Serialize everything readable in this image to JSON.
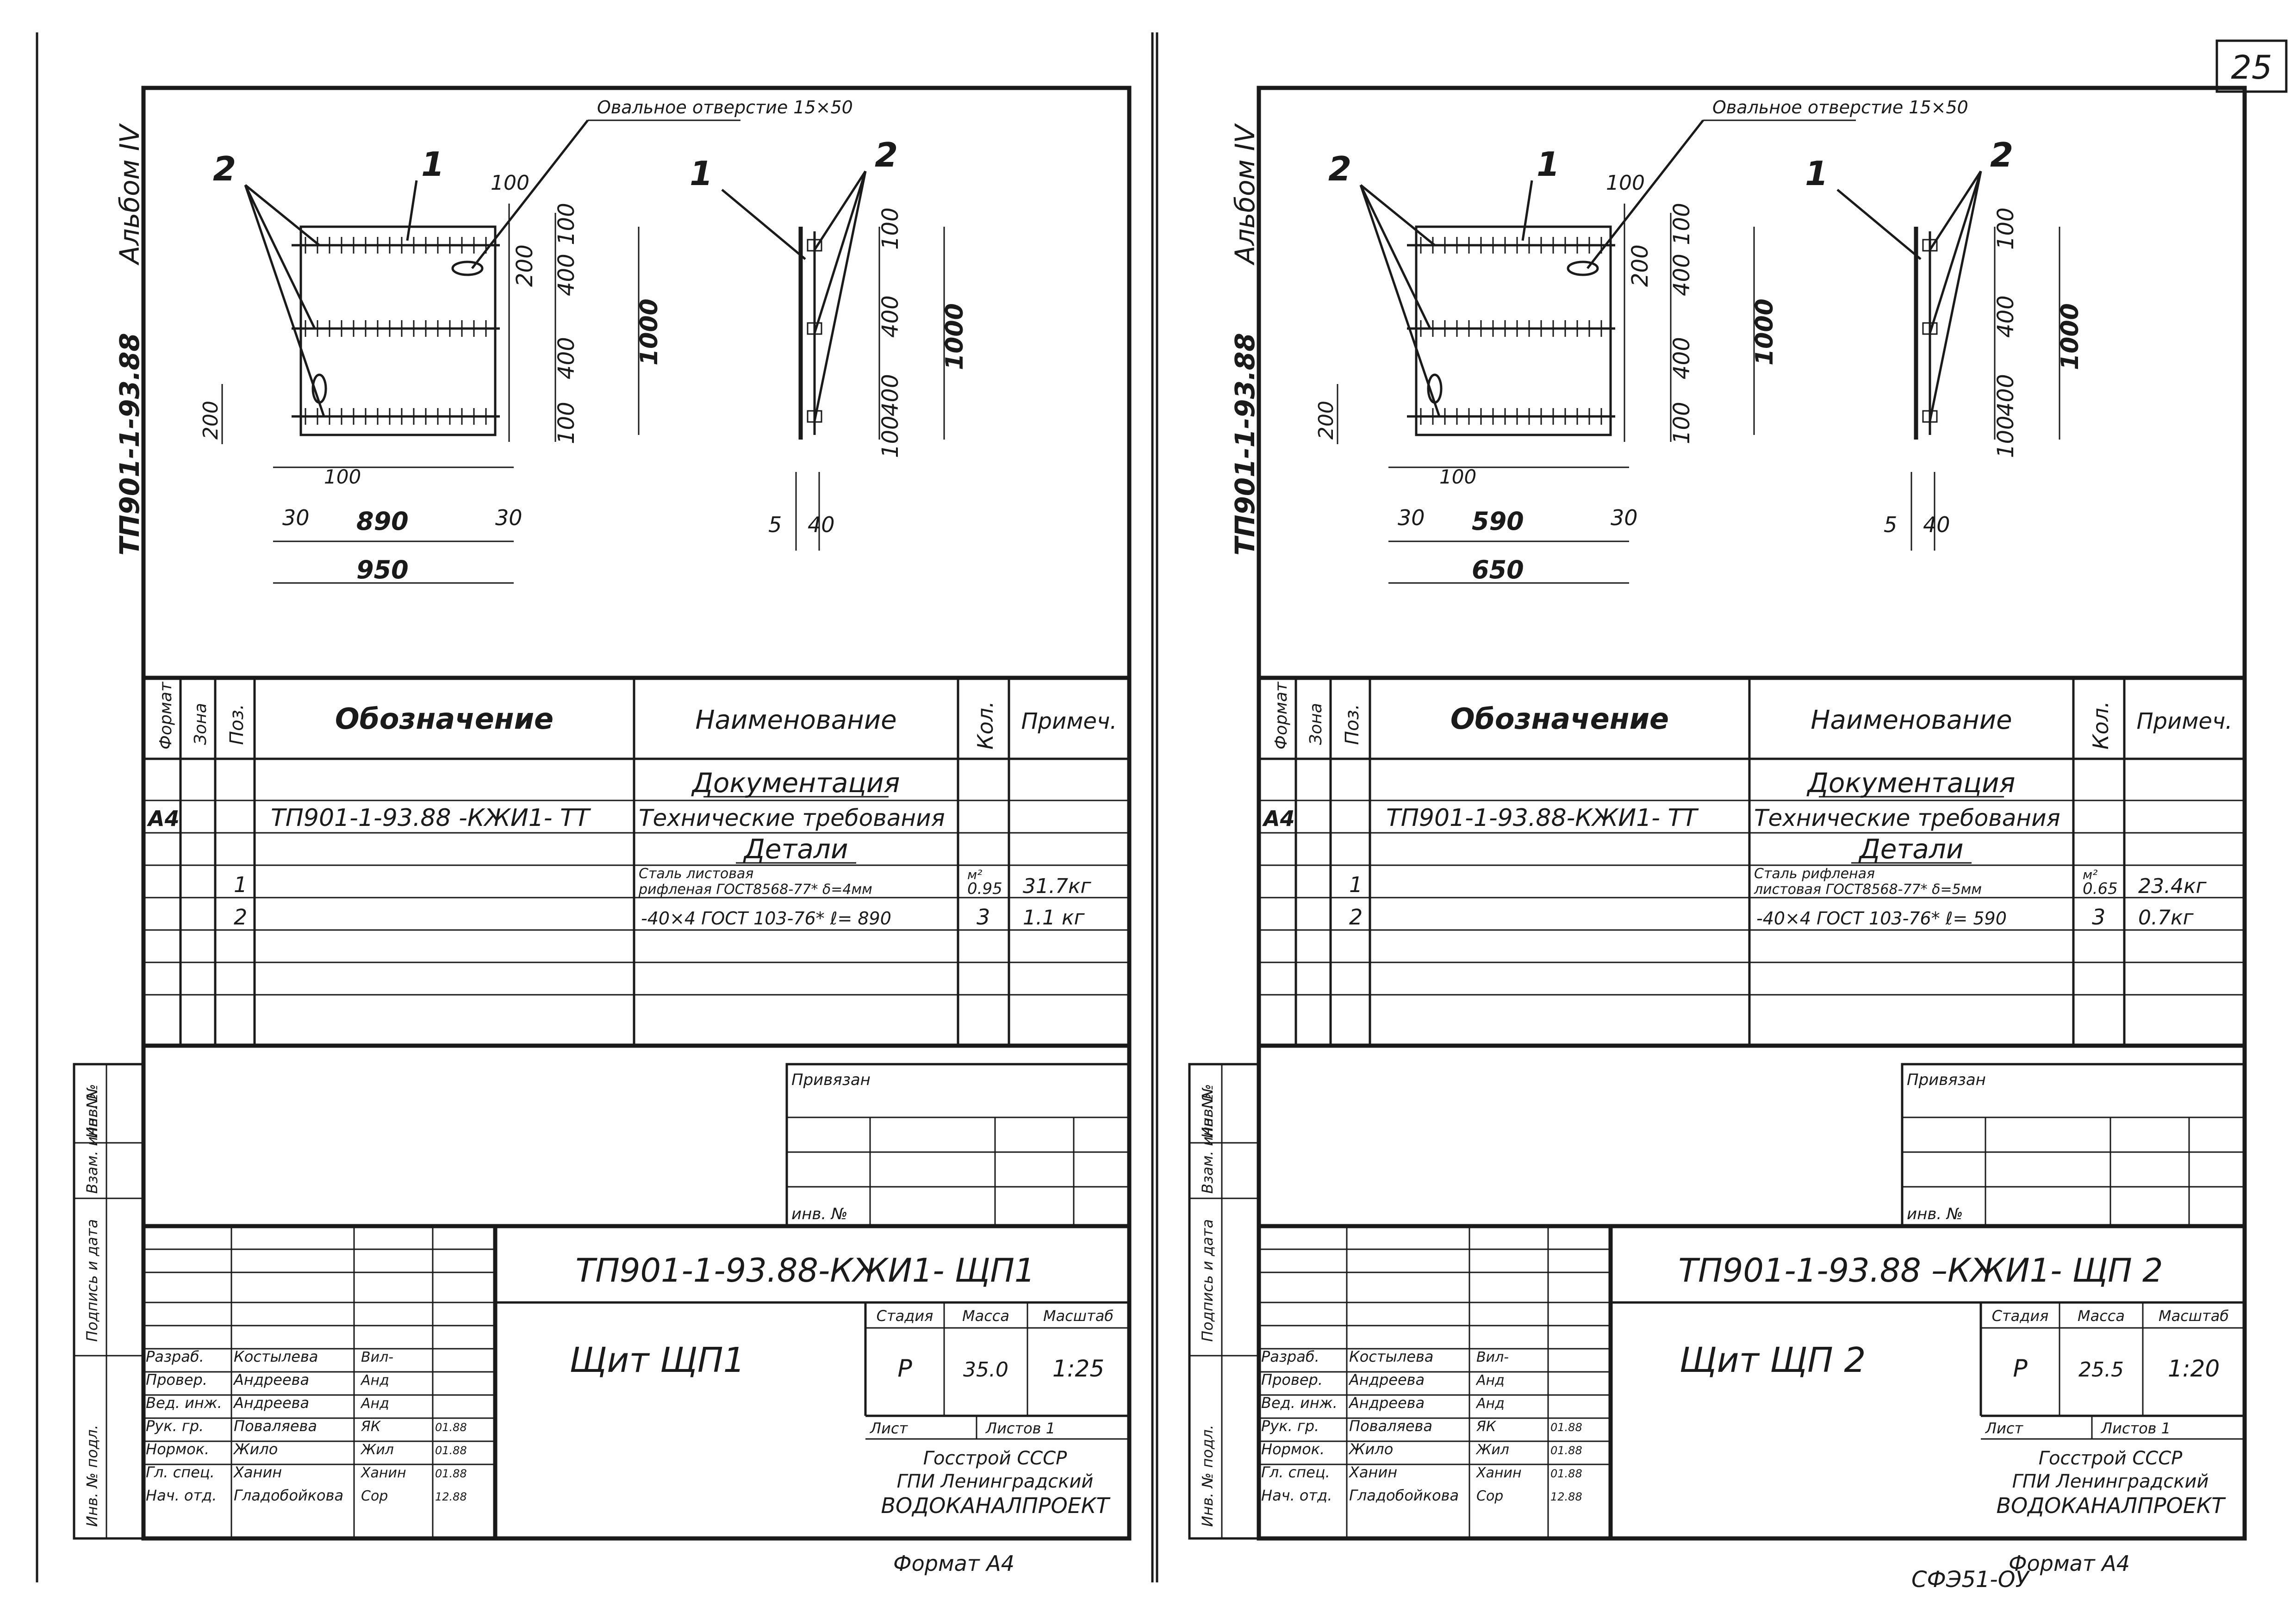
{
  "page_number": "25",
  "sheets": [
    {
      "id": "sheet1",
      "side_label_album": "Альбом IV",
      "side_label_code": "ТП901-1-93.88",
      "drawing": {
        "callout_hole": "Овальное отверстие 15×50",
        "leader_1": "1",
        "leader_2": "2",
        "leader_1_side": "1",
        "leader_2_side": "2",
        "dim_top": "100",
        "dim_v_100a": "100",
        "dim_v_200": "200",
        "dim_v_400a": "400",
        "dim_v_400b": "400",
        "dim_v_100b": "100",
        "dim_v_1000": "1000",
        "dim_left_200": "200",
        "dim_bot_100": "100",
        "dim_bot_30a": "30",
        "dim_bot_890": "890",
        "dim_bot_30b": "30",
        "dim_bot_950": "950",
        "side_dim_100a": "100",
        "side_dim_400a": "400",
        "side_dim_400b": "400",
        "side_dim_100b": "100",
        "side_dim_1000": "1000",
        "side_dim_5": "5",
        "side_dim_40": "40"
      },
      "spec": {
        "headers": {
          "format": "Формат",
          "zone": "Зона",
          "pos": "Поз.",
          "designation": "Обозначение",
          "name": "Наименование",
          "qty": "Кол.",
          "note": "Примеч."
        },
        "section_docs": "Документация",
        "row_doc": {
          "format": "А4",
          "designation": "ТП901-1-93.88 -КЖИ1- ТТ",
          "name": "Технические требования"
        },
        "section_parts": "Детали",
        "row_1": {
          "pos": "1",
          "name_line1": "Сталь листовая",
          "name_line2": "рифленая   ГОСТ8568-77* δ=4мм",
          "unit": "м²",
          "qty": "0.95",
          "note": "31.7кг"
        },
        "row_2": {
          "pos": "2",
          "name": "-40×4  ГОСТ 103-76*  ℓ= 890",
          "qty": "3",
          "note": "1.1 кг"
        }
      },
      "stamp": {
        "linked": "Привязан",
        "inv_no": "инв. №",
        "code": "ТП901-1-93.88-КЖИ1- ЩП1",
        "title": "Щит  ЩП1",
        "stage_h": "Стадия",
        "mass_h": "Масса",
        "scale_h": "Масштаб",
        "stage": "Р",
        "mass": "35.0",
        "scale": "1:25",
        "sheet_h": "Лист",
        "sheets_h": "Листов  1",
        "org_line1": "Госстрой  СССР",
        "org_line2": "ГПИ  Ленинградский",
        "org_line3": "ВОДОКАНАЛПРОЕКТ",
        "roles": [
          {
            "role": "Разраб.",
            "name": "Костылева",
            "sign": "Вил-",
            "date": ""
          },
          {
            "role": "Провер.",
            "name": "Андреева",
            "sign": "Анд",
            "date": ""
          },
          {
            "role": "Вед. инж.",
            "name": "Андреева",
            "sign": "Анд",
            "date": ""
          },
          {
            "role": "Рук. гр.",
            "name": "Поваляева",
            "sign": "ЯК",
            "date": "01.88"
          },
          {
            "role": "Нормок.",
            "name": "Жило",
            "sign": "Жил",
            "date": "01.88"
          },
          {
            "role": "Гл. спец.",
            "name": "Ханин",
            "sign": "Ханин",
            "date": "01.88"
          },
          {
            "role": "Нач. отд.",
            "name": "Гладобойкова",
            "sign": "Сор",
            "date": "12.88"
          }
        ]
      },
      "side_box": {
        "inv_zam": "Взам. инв. №",
        "inv": "Инв. №",
        "sign_date": "Подпись и дата",
        "inv_podl": "Инв. № подл."
      },
      "format_label": "Формат  А4"
    },
    {
      "id": "sheet2",
      "side_label_album": "Альбом IV",
      "side_label_code": "ТП901-1-93.88",
      "drawing": {
        "callout_hole": "Овальное отверстие 15×50",
        "leader_1": "1",
        "leader_2": "2",
        "leader_1_side": "1",
        "leader_2_side": "2",
        "dim_top": "100",
        "dim_v_100a": "100",
        "dim_v_200": "200",
        "dim_v_400a": "400",
        "dim_v_400b": "400",
        "dim_v_100b": "100",
        "dim_v_1000": "1000",
        "dim_left_200": "200",
        "dim_bot_100": "100",
        "dim_bot_30a": "30",
        "dim_bot_890": "590",
        "dim_bot_30b": "30",
        "dim_bot_950": "650",
        "side_dim_100a": "100",
        "side_dim_400a": "400",
        "side_dim_400b": "400",
        "side_dim_100b": "100",
        "side_dim_1000": "1000",
        "side_dim_5": "5",
        "side_dim_40": "40"
      },
      "spec": {
        "headers": {
          "format": "Формат",
          "zone": "Зона",
          "pos": "Поз.",
          "designation": "Обозначение",
          "name": "Наименование",
          "qty": "Кол.",
          "note": "Примеч."
        },
        "section_docs": "Документация",
        "row_doc": {
          "format": "А4",
          "designation": "ТП901-1-93.88-КЖИ1- ТТ",
          "name": "Технические требования"
        },
        "section_parts": "Детали",
        "row_1": {
          "pos": "1",
          "name_line1": "Сталь рифленая",
          "name_line2": "листовая  ГОСТ8568-77* δ=5мм",
          "unit": "м²",
          "qty": "0.65",
          "note": "23.4кг"
        },
        "row_2": {
          "pos": "2",
          "name": "-40×4  ГОСТ 103-76*  ℓ= 590",
          "qty": "3",
          "note": "0.7кг"
        }
      },
      "stamp": {
        "linked": "Привязан",
        "inv_no": "инв. №",
        "code": "ТП901-1-93.88 –КЖИ1- ЩП 2",
        "title": "Щит  ЩП 2",
        "stage_h": "Стадия",
        "mass_h": "Масса",
        "scale_h": "Масштаб",
        "stage": "Р",
        "mass": "25.5",
        "scale": "1:20",
        "sheet_h": "Лист",
        "sheets_h": "Листов  1",
        "org_line1": "Госстрой  СССР",
        "org_line2": "ГПИ  Ленинградский",
        "org_line3": "ВОДОКАНАЛПРОЕКТ",
        "roles": [
          {
            "role": "Разраб.",
            "name": "Костылева",
            "sign": "Вил-",
            "date": ""
          },
          {
            "role": "Провер.",
            "name": "Андреева",
            "sign": "Анд",
            "date": ""
          },
          {
            "role": "Вед. инж.",
            "name": "Андреева",
            "sign": "Анд",
            "date": ""
          },
          {
            "role": "Рук. гр.",
            "name": "Поваляева",
            "sign": "ЯК",
            "date": "01.88"
          },
          {
            "role": "Нормок.",
            "name": "Жило",
            "sign": "Жил",
            "date": "01.88"
          },
          {
            "role": "Гл. спец.",
            "name": "Ханин",
            "sign": "Ханин",
            "date": "01.88"
          },
          {
            "role": "Нач. отд.",
            "name": "Гладобойкова",
            "sign": "Сор",
            "date": "12.88"
          }
        ]
      },
      "side_box": {
        "inv_zam": "Взам. инв. №",
        "inv": "Инв. №",
        "sign_date": "Подпись и дата",
        "inv_podl": "Инв. № подл."
      },
      "format_label": "Формат  А4"
    }
  ],
  "bottom_stray": "СФЭ51-ОУ"
}
